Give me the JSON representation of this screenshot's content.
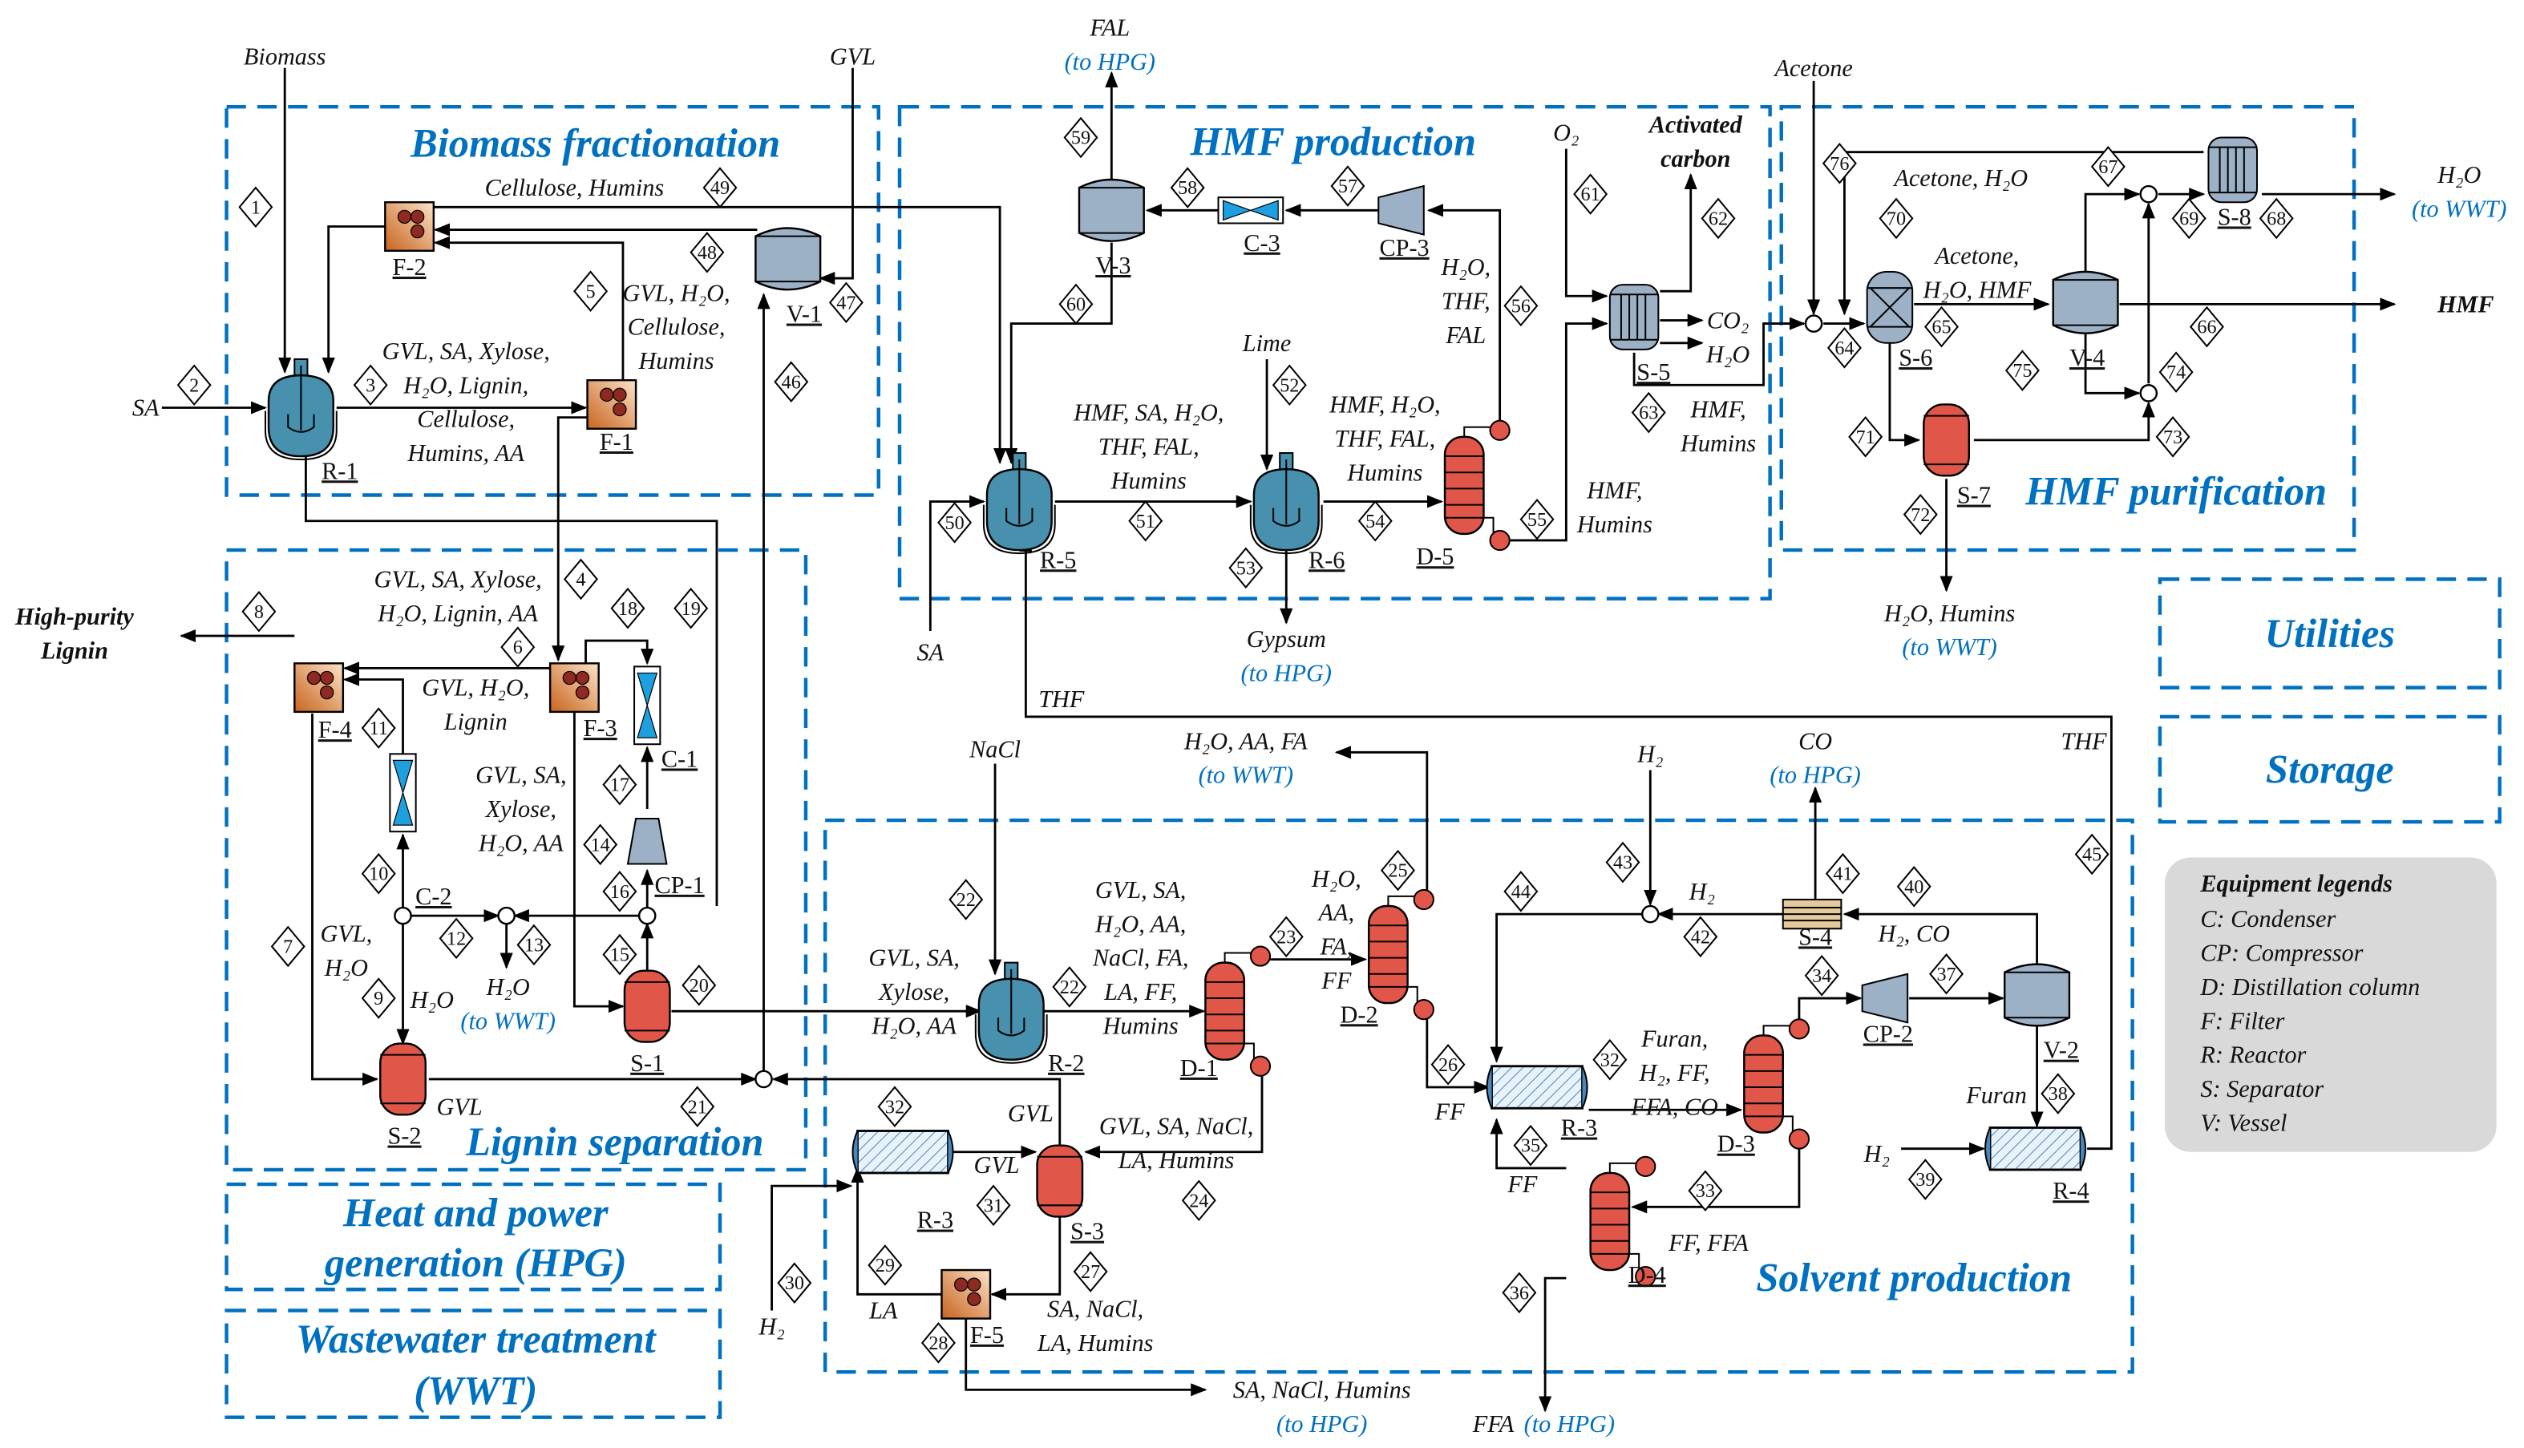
{
  "sections": {
    "biomass_fractionation": "Biomass fractionation",
    "hmf_production": "HMF production",
    "hmf_purification": "HMF purification",
    "utilities": "Utilities",
    "storage": "Storage",
    "lignin_separation": "Lignin separation",
    "hpg": [
      "Heat and power",
      "generation (HPG)"
    ],
    "wwt": [
      "Wastewater treatment",
      "(WWT)"
    ],
    "solvent_production": "Solvent production"
  },
  "units": [
    {
      "tag": "R-1",
      "type": "reactor"
    },
    {
      "tag": "F-2",
      "type": "filter"
    },
    {
      "tag": "F-1",
      "type": "filter"
    },
    {
      "tag": "V-1",
      "type": "vessel"
    },
    {
      "tag": "F-4",
      "type": "filter"
    },
    {
      "tag": "F-3",
      "type": "filter"
    },
    {
      "tag": "C-1",
      "type": "condenser-v"
    },
    {
      "tag": "C-2",
      "type": "condenser-v"
    },
    {
      "tag": "CP-1",
      "type": "compressor-v"
    },
    {
      "tag": "S-1",
      "type": "separator"
    },
    {
      "tag": "S-2",
      "type": "separator"
    },
    {
      "tag": "V-3",
      "type": "vessel"
    },
    {
      "tag": "C-3",
      "type": "condenser-h"
    },
    {
      "tag": "CP-3",
      "type": "compressor"
    },
    {
      "tag": "R-5",
      "type": "reactor"
    },
    {
      "tag": "R-6",
      "type": "reactor"
    },
    {
      "tag": "D-5",
      "type": "column"
    },
    {
      "tag": "S-5",
      "type": "exchanger"
    },
    {
      "tag": "S-6",
      "type": "mixer-sep"
    },
    {
      "tag": "V-4",
      "type": "vessel"
    },
    {
      "tag": "S-8",
      "type": "exchanger"
    },
    {
      "tag": "S-7",
      "type": "separator"
    },
    {
      "tag": "R-2",
      "type": "reactor"
    },
    {
      "tag": "D-1",
      "type": "column"
    },
    {
      "tag": "D-2",
      "type": "column"
    },
    {
      "tag": "R-3",
      "type": "packed"
    },
    {
      "tag": "S-3",
      "type": "separator"
    },
    {
      "tag": "F-5",
      "type": "filter"
    },
    {
      "tag": "R-3",
      "type": "packed"
    },
    {
      "tag": "S-4",
      "type": "membrane"
    },
    {
      "tag": "CP-2",
      "type": "compressor"
    },
    {
      "tag": "V-2",
      "type": "vessel"
    },
    {
      "tag": "D-3",
      "type": "column"
    },
    {
      "tag": "D-4",
      "type": "column"
    },
    {
      "tag": "R-4",
      "type": "packed"
    }
  ],
  "streams": [
    "1",
    "2",
    "3",
    "5",
    "49",
    "48",
    "47",
    "46",
    "4",
    "6",
    "8",
    "18",
    "19",
    "11",
    "10",
    "9",
    "7",
    "12",
    "13",
    "14",
    "15",
    "16",
    "17",
    "20",
    "21",
    "22",
    "22",
    "23",
    "25",
    "24",
    "26",
    "27",
    "28",
    "29",
    "30",
    "31",
    "32",
    "32",
    "33",
    "34",
    "35",
    "36",
    "37",
    "38",
    "39",
    "40",
    "41",
    "42",
    "43",
    "44",
    "45",
    "50",
    "51",
    "52",
    "53",
    "54",
    "55",
    "56",
    "57",
    "58",
    "59",
    "60",
    "61",
    "62",
    "63",
    "64",
    "65",
    "66",
    "67",
    "68",
    "69",
    "70",
    "71",
    "72",
    "73",
    "74",
    "75",
    "76"
  ],
  "labels": [
    [
      "Biomass"
    ],
    [
      "GVL"
    ],
    [
      "SA"
    ],
    [
      "Cellulose, Humins"
    ],
    [
      "GVL, SA, Xylose,",
      "H₂O, Lignin,",
      "Cellulose,",
      "Humins, AA"
    ],
    [
      "GVL, H₂O,",
      "Cellulose,",
      "Humins"
    ],
    [
      "High-purity",
      "Lignin"
    ],
    [
      "GVL, SA, Xylose,",
      "H₂O, Lignin, AA"
    ],
    [
      "GVL, H₂O,",
      "Lignin"
    ],
    [
      "GVL, SA,",
      "Xylose,",
      "H₂O, AA"
    ],
    [
      "GVL,",
      "H₂O"
    ],
    [
      "H₂O"
    ],
    [
      "H₂O",
      "(to WWT)"
    ],
    [
      "GVL"
    ],
    [
      "FAL",
      "(to HPG)"
    ],
    [
      "HMF, SA, H₂O,",
      "THF, FAL,",
      "Humins"
    ],
    [
      "Lime"
    ],
    [
      "HMF, H₂O,",
      "THF, FAL,",
      "Humins"
    ],
    [
      "H₂O,",
      "THF,",
      "FAL"
    ],
    [
      "O₂"
    ],
    [
      "Activated",
      "carbon"
    ],
    [
      "CO₂",
      "H₂O"
    ],
    [
      "HMF,",
      "Humins"
    ],
    [
      "HMF,",
      "Humins"
    ],
    [
      "SA"
    ],
    [
      "Gypsum",
      "(to HPG)"
    ],
    [
      "THF"
    ],
    [
      "Acetone"
    ],
    [
      "Acetone, H₂O"
    ],
    [
      "H₂O",
      "(to WWT)"
    ],
    [
      "Acetone,",
      "H₂O, HMF"
    ],
    [
      "HMF"
    ],
    [
      "H₂O, Humins",
      "(to WWT)"
    ],
    [
      "NaCl"
    ],
    [
      "H₂O, AA, FA",
      "(to WWT)"
    ],
    [
      "H₂"
    ],
    [
      "CO",
      "(to HPG)"
    ],
    [
      "THF"
    ],
    [
      "GVL, SA,",
      "Xylose,",
      "H₂O, AA"
    ],
    [
      "GVL, SA,",
      "H₂O, AA,",
      "NaCl, FA,",
      "LA, FF,",
      "Humins"
    ],
    [
      "H₂O,",
      "AA,",
      "FA,",
      "FF"
    ],
    [
      "H₂"
    ],
    [
      "H₂, CO"
    ],
    [
      "Furan,",
      "H₂, FF,",
      "FFA, CO"
    ],
    [
      "FF"
    ],
    [
      "GVL"
    ],
    [
      "GVL"
    ],
    [
      "GVL, SA, NaCl,",
      "LA, Humins"
    ],
    [
      "FF"
    ],
    [
      "Furan"
    ],
    [
      "H₂"
    ],
    [
      "FF, FFA"
    ],
    [
      "LA"
    ],
    [
      "SA, NaCl,",
      "LA, Humins"
    ],
    [
      "H₂"
    ],
    [
      "SA, NaCl, Humins",
      "(to HPG)"
    ],
    [
      "FFA"
    ],
    [
      "(to HPG)"
    ]
  ],
  "legend": {
    "title": "Equipment legends",
    "items": [
      "C: Condenser",
      "CP: Compressor",
      "D: Distillation column",
      "F: Filter",
      "R: Reactor",
      "S: Separator",
      "V: Vessel"
    ]
  },
  "colors": {
    "section": "#0070C0",
    "reactor": "#4791AE",
    "separator": "#E0574A",
    "vessel": "#9DB1C6",
    "legend_bg": "#D9D9D9"
  }
}
